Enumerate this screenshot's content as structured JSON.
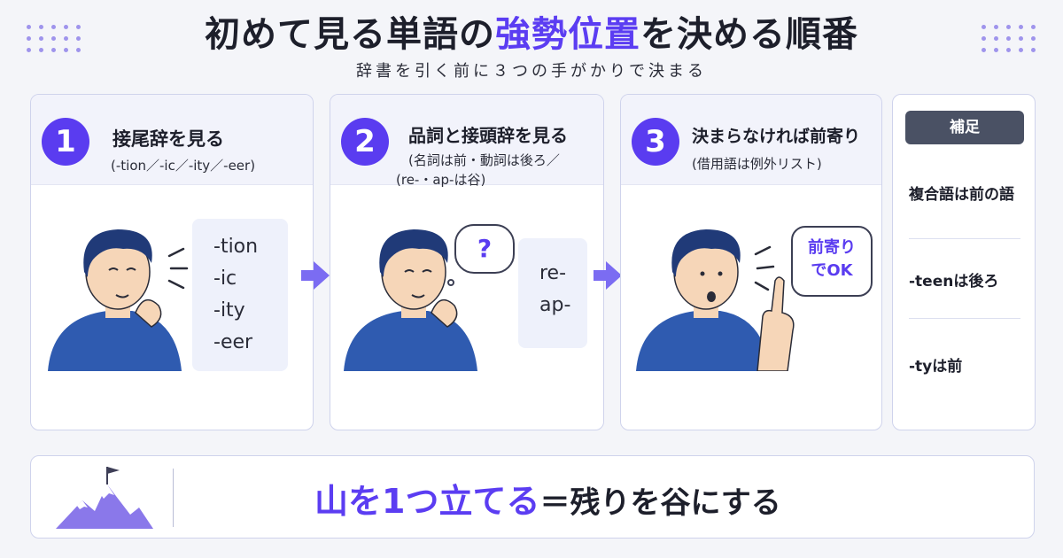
{
  "header": {
    "title_pre": "初めて見る単語の",
    "title_accent": "強勢位置",
    "title_post": "を決める順番",
    "subtitle": "辞書を引く前に３つの手がかりで決まる"
  },
  "steps": [
    {
      "number": "1",
      "title": "接尾辞を見る",
      "sub": [
        "(-tion／-ic／-ity／-eer)"
      ],
      "box_items": [
        "-tion",
        "-ic",
        "-ity",
        "-eer"
      ]
    },
    {
      "number": "2",
      "title": "品詞と接頭辞を見る",
      "sub": [
        "(名詞は前・動詞は後ろ／",
        "(re-・ap-は谷)"
      ],
      "bubble": "?",
      "box_items": [
        "re-",
        "ap-"
      ]
    },
    {
      "number": "3",
      "title": "決まらなければ前寄り",
      "sub": [
        "(借用語は例外リスト)"
      ],
      "bubble_lines": [
        "前寄り",
        "でOK"
      ]
    }
  ],
  "side": {
    "tag": "補足",
    "items": [
      "複合語は前の語",
      "-teenは後ろ",
      "-tyは前"
    ]
  },
  "bottom": {
    "highlight": "山を1つ立てる",
    "rest": "＝残りを谷にする"
  },
  "colors": {
    "accent": "#5b3df2",
    "number_bg": "#5a3cf0",
    "shirt": "#2f5bb0"
  }
}
